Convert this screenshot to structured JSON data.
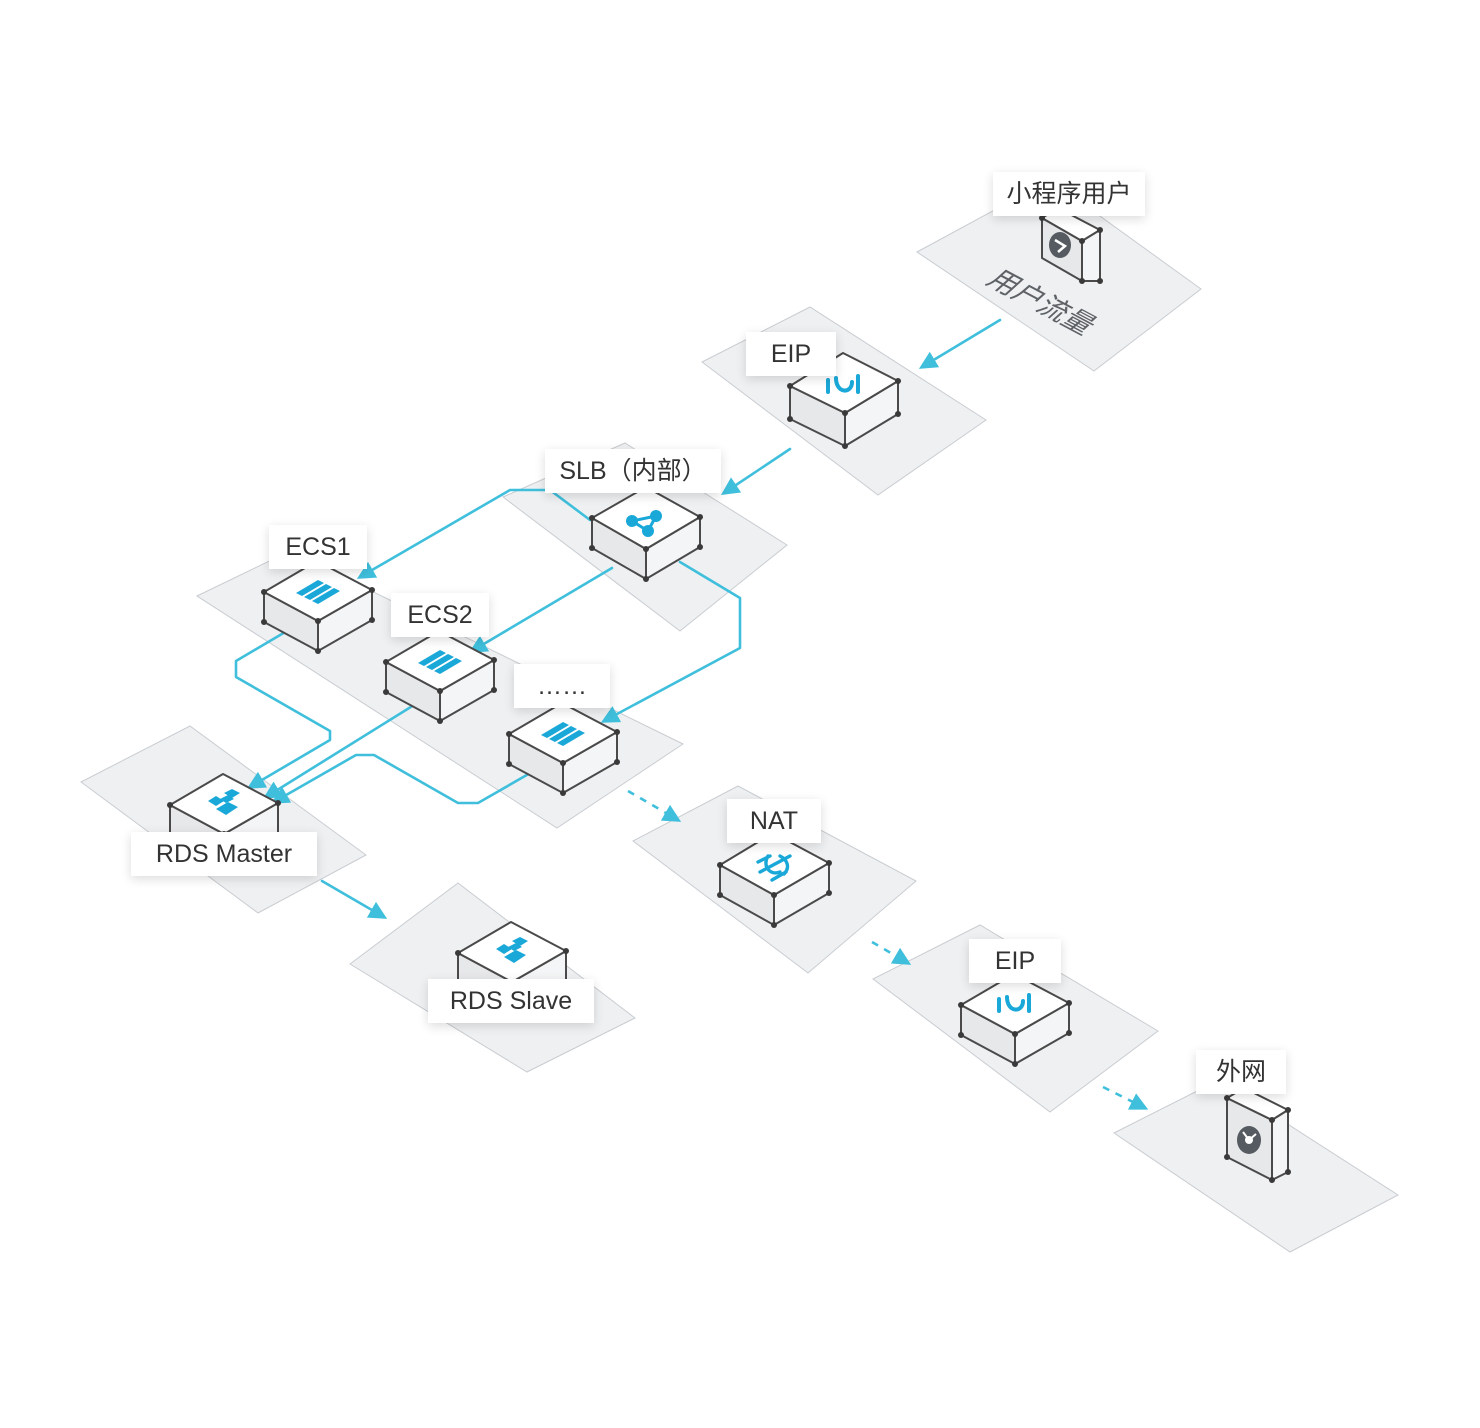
{
  "colors": {
    "flow": "#3fbfdc",
    "icon": "#1aa8d8",
    "plate": "#eef0f2",
    "label_text": "#333333"
  },
  "nodes": {
    "user": {
      "label": "小程序用户",
      "plate_text": "用户流量",
      "icon": "mini-program-icon"
    },
    "eip_in": {
      "label": "EIP",
      "icon": "eip-icon"
    },
    "slb": {
      "label": "SLB（内部）",
      "icon": "slb-icon"
    },
    "ecs1": {
      "label": "ECS1",
      "icon": "server-icon"
    },
    "ecs2": {
      "label": "ECS2",
      "icon": "server-icon"
    },
    "ecs_more": {
      "label": "……",
      "icon": "server-icon"
    },
    "rds_master": {
      "label": "RDS Master",
      "icon": "database-icon"
    },
    "rds_slave": {
      "label": "RDS Slave",
      "icon": "database-icon"
    },
    "nat": {
      "label": "NAT",
      "icon": "nat-gateway-icon"
    },
    "eip_out": {
      "label": "EIP",
      "icon": "eip-icon"
    },
    "internet": {
      "label": "外网",
      "icon": "internet-icon"
    }
  },
  "edges": [
    {
      "from": "user",
      "to": "eip_in",
      "style": "solid"
    },
    {
      "from": "eip_in",
      "to": "slb",
      "style": "solid"
    },
    {
      "from": "slb",
      "to": "ecs1",
      "style": "solid"
    },
    {
      "from": "slb",
      "to": "ecs2",
      "style": "solid"
    },
    {
      "from": "slb",
      "to": "ecs_more",
      "style": "solid"
    },
    {
      "from": "ecs1",
      "to": "rds_master",
      "style": "solid"
    },
    {
      "from": "ecs2",
      "to": "rds_master",
      "style": "solid"
    },
    {
      "from": "ecs_more",
      "to": "rds_master",
      "style": "solid"
    },
    {
      "from": "rds_master",
      "to": "rds_slave",
      "style": "solid"
    },
    {
      "from": "ecs_more",
      "to": "nat",
      "style": "dashed"
    },
    {
      "from": "nat",
      "to": "eip_out",
      "style": "dashed"
    },
    {
      "from": "eip_out",
      "to": "internet",
      "style": "dashed"
    }
  ]
}
